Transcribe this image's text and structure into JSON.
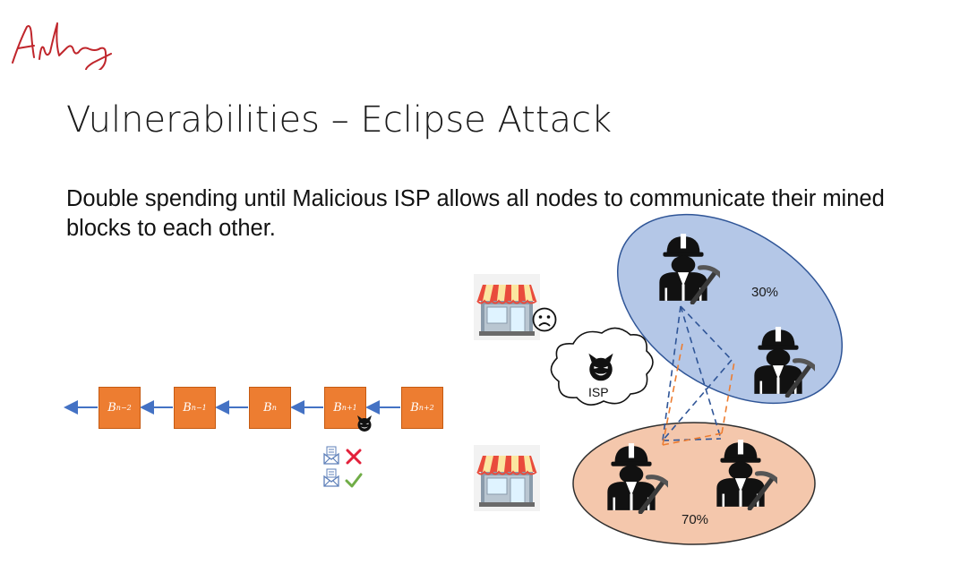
{
  "slide": {
    "title": "Vulnerabilities – Eclipse Attack",
    "body": "Double spending until Malicious ISP allows all nodes to communicate their mined blocks to each other."
  },
  "chain": {
    "blocks": [
      {
        "base": "B",
        "sub": "n−2"
      },
      {
        "base": "B",
        "sub": "n−1"
      },
      {
        "base": "B",
        "sub": "n"
      },
      {
        "base": "B",
        "sub": "n+1"
      },
      {
        "base": "B",
        "sub": "n+2"
      }
    ]
  },
  "groups": {
    "upper_pct": "30%",
    "lower_pct": "70%"
  },
  "isp": {
    "label": "ISP"
  },
  "icons": {
    "signature": "handwritten-signature",
    "shop": "shop-icon",
    "miner": "miner-icon",
    "devil": "devil-icon",
    "sad_face": "sad-face-icon",
    "cloud": "cloud-icon",
    "envelope": "envelope-icon",
    "cross": "cross-icon",
    "check": "check-icon"
  },
  "colors": {
    "block": "#ed7d31",
    "arrow": "#4472c4",
    "upper_ellipse": "#b4c7e7",
    "lower_ellipse": "#f4c7ac",
    "cross": "#e3203a",
    "check": "#70ad47",
    "signature": "#c0262c"
  }
}
